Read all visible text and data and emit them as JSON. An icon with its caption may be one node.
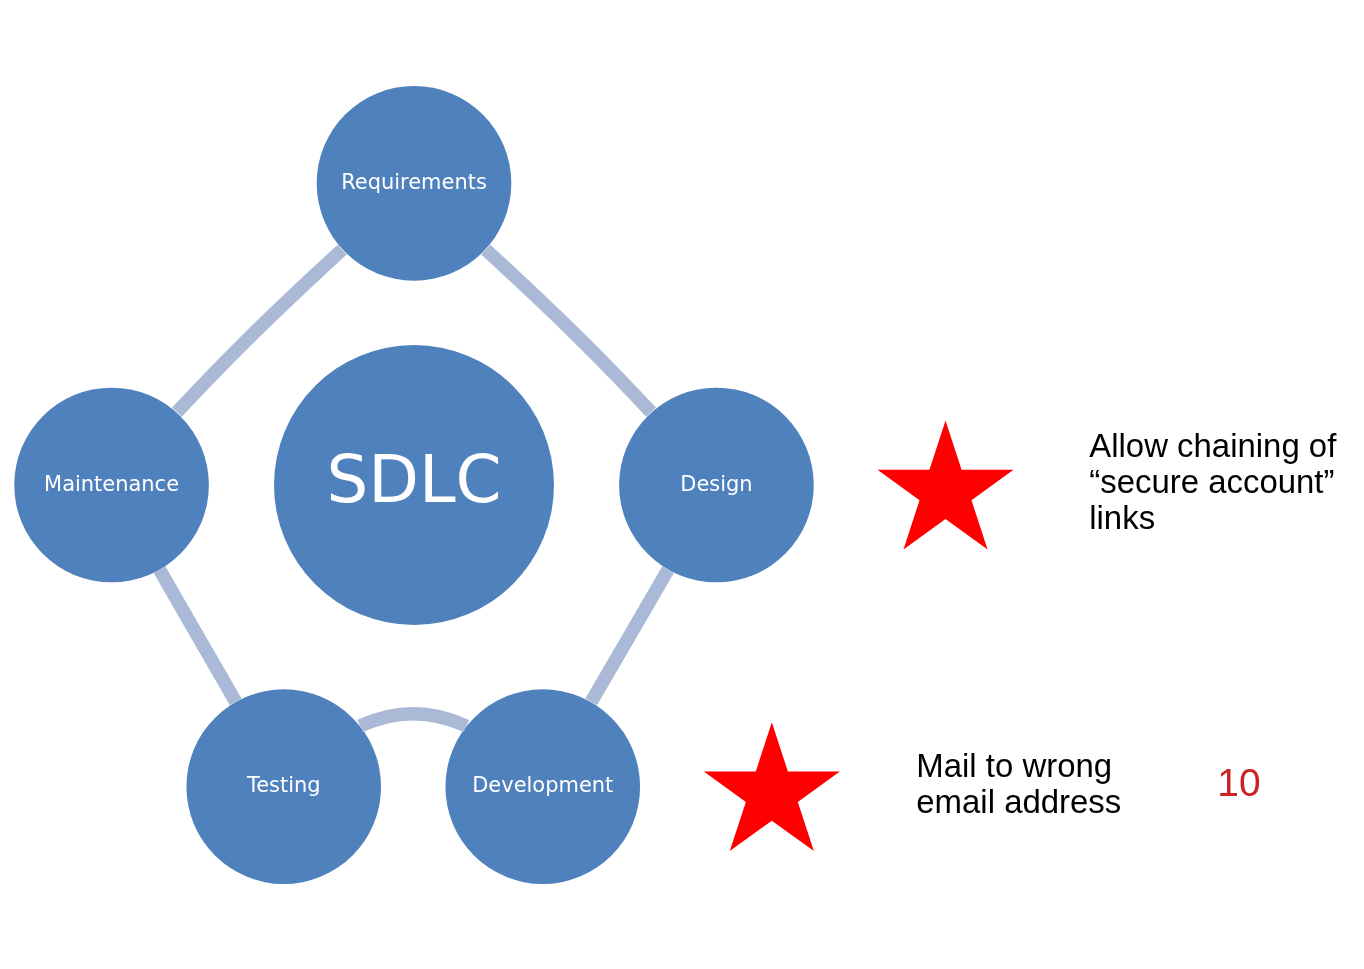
{
  "diagram": {
    "nodes": [
      {
        "text": [
          "Requirements"
        ]
      },
      {
        "text": [
          "Maintenance"
        ]
      },
      {
        "text": [
          "SDLC"
        ]
      },
      {
        "text": [
          "Design"
        ]
      },
      {
        "text": [],
        "shape": "star",
        "beside": [
          "Allow chaining of “secure account” links"
        ]
      },
      {
        "text": [
          "Testing"
        ]
      },
      {
        "text": [
          "Development"
        ]
      },
      {
        "text": [],
        "shape": "star",
        "beside": [
          "Mail to wrong email address"
        ]
      }
    ],
    "edges": [
      {
        "from": 0,
        "to": 3,
        "arrow": "none"
      },
      {
        "from": 3,
        "to": 6,
        "arrow": "none"
      },
      {
        "from": 6,
        "to": 5,
        "arrow": "none"
      },
      {
        "from": 5,
        "to": 1,
        "arrow": "none"
      },
      {
        "from": 1,
        "to": 0,
        "arrow": "none"
      }
    ],
    "labels": [
      "10"
    ]
  }
}
